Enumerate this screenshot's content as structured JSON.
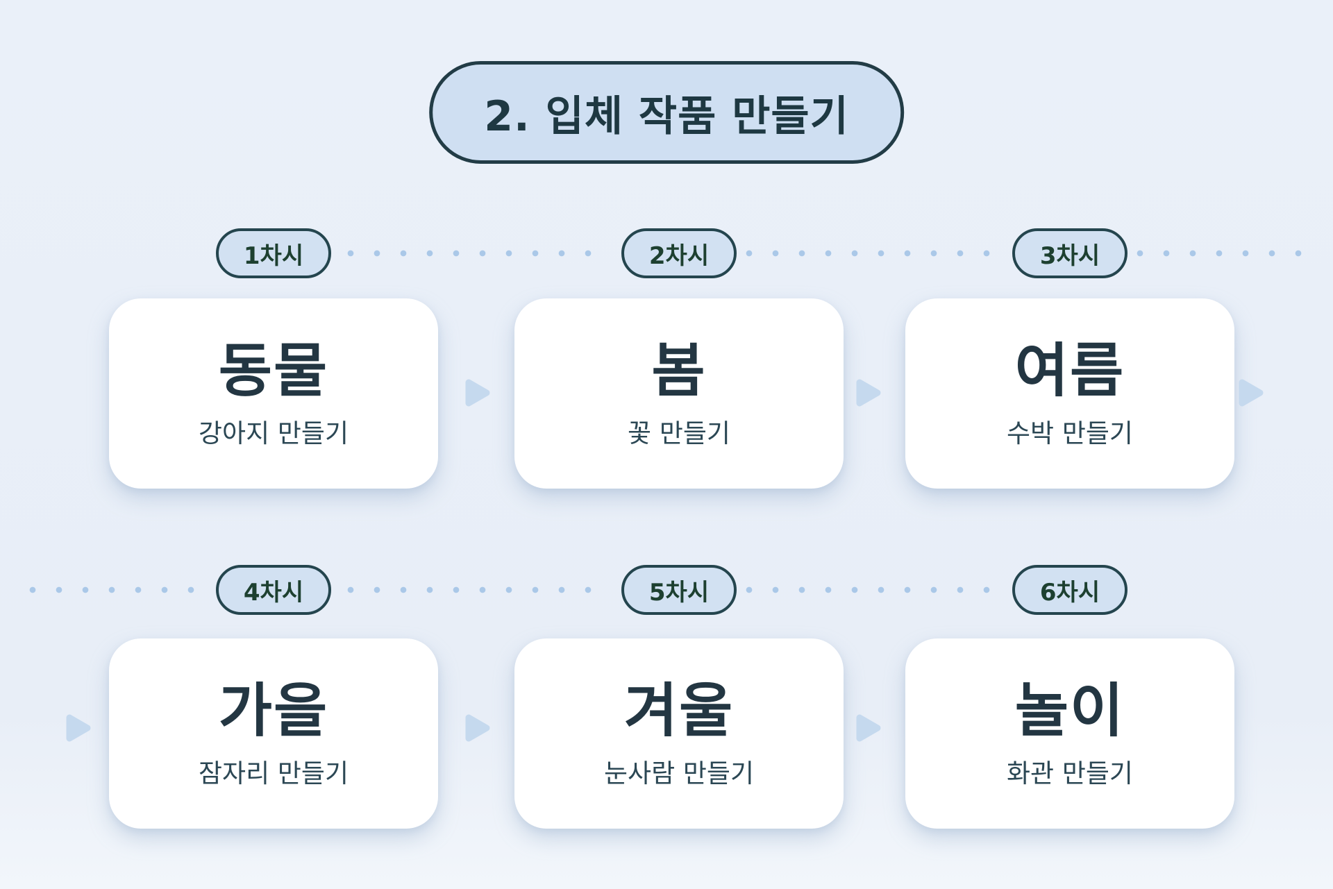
{
  "title": "2. 입체 작품 만들기",
  "colors": {
    "background": "#e9eff8",
    "card_fill": "#ffffff",
    "pill_fill": "#cfdff2",
    "pill_border": "#223c46",
    "pill_text": "#1e3842",
    "badge_fill": "#d2e1f2",
    "badge_border": "#24454e",
    "badge_text": "#1d4030",
    "card_title": "#233642",
    "card_subtitle": "#2b4754",
    "dot": "#aac8e8",
    "arrow": "#c5d9ee"
  },
  "rows": [
    {
      "sessions": [
        {
          "badge": "1차시",
          "title": "동물",
          "subtitle": "강아지 만들기"
        },
        {
          "badge": "2차시",
          "title": "봄",
          "subtitle": "꽃 만들기"
        },
        {
          "badge": "3차시",
          "title": "여름",
          "subtitle": "수박 만들기"
        }
      ]
    },
    {
      "sessions": [
        {
          "badge": "4차시",
          "title": "가을",
          "subtitle": "잠자리 만들기"
        },
        {
          "badge": "5차시",
          "title": "겨울",
          "subtitle": "눈사람 만들기"
        },
        {
          "badge": "6차시",
          "title": "놀이",
          "subtitle": "화관 만들기"
        }
      ]
    }
  ]
}
